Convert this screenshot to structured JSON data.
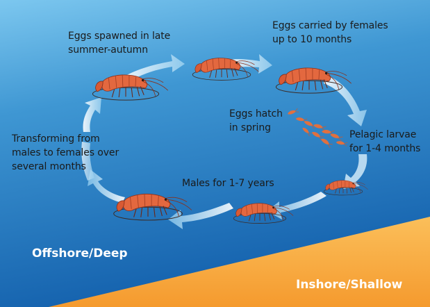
{
  "labels": {
    "eggs_spawned": "Eggs spawned in late\nsummer-autumn",
    "eggs_carried": "Eggs carried by females\nup to 10 months",
    "eggs_hatch": "Eggs hatch\nin spring",
    "pelagic_larvae": "Pelagic larvae\nfor 1-4 months",
    "males": "Males for 1-7 years",
    "transforming": "Transforming from\nmales to females over\nseveral months"
  },
  "zones": {
    "offshore": "Offshore/Deep",
    "inshore": "Inshore/Shallow"
  },
  "colors": {
    "deep_blue": "#1f6fb6",
    "light_blue": "#64b8e6",
    "sand": "#f9b04a",
    "shrimp": "#e06a42",
    "arrow": "#e6f4fc"
  },
  "icons": [
    "shrimp-icon",
    "larvae-icon",
    "cycle-arrow-icon"
  ]
}
